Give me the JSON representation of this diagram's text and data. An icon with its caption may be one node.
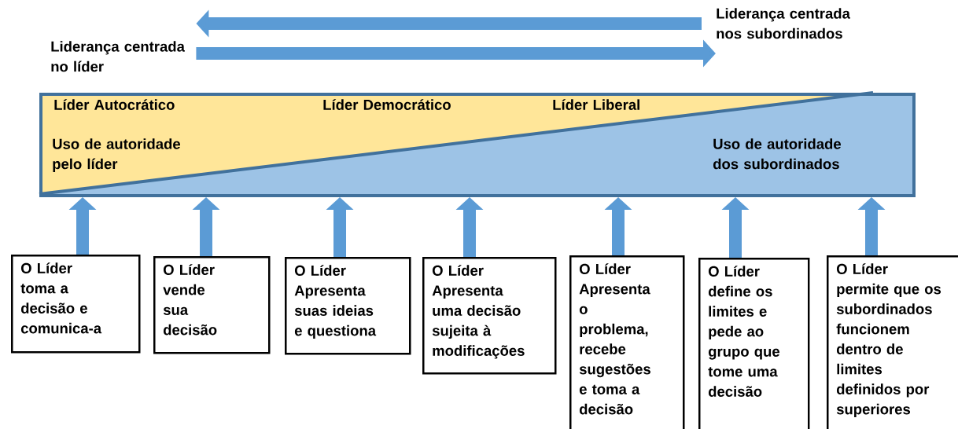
{
  "diagram": {
    "nodes": [
      {
        "text": [
          "Líder Autocrático",
          "Líder Democrático",
          "Líder Liberal",
          "Uso de autoridade pelo líder",
          "Uso de autoridade dos subordinados"
        ]
      },
      {
        "text": [
          "O Líder toma a decisão e comunica-a"
        ]
      },
      {
        "text": [
          "O Líder vende sua decisão"
        ]
      },
      {
        "text": [
          "O Líder Apresenta suas ideias e questiona"
        ]
      },
      {
        "text": [
          "O Líder Apresenta uma decisão sujeita à modificações"
        ]
      },
      {
        "text": [
          "O Líder Apresenta o problema, recebe sugestões e toma a decisão"
        ]
      },
      {
        "text": [
          "O Líder define os limites e pede ao grupo que tome uma decisão"
        ]
      },
      {
        "text": [
          "O Líder permite que os subordinados funcionem dentro de limites definidos por superiores"
        ]
      },
      {
        "text": [
          "Liderança centrada no líder"
        ]
      },
      {
        "text": [
          "Liderança centrada nos subordinados"
        ]
      }
    ],
    "edges": [
      {
        "from": 8,
        "to": 9,
        "arrow": "to"
      },
      {
        "from": 9,
        "to": 8,
        "arrow": "to"
      },
      {
        "from": 1,
        "to": 0,
        "arrow": "to"
      },
      {
        "from": 2,
        "to": 0,
        "arrow": "to"
      },
      {
        "from": 3,
        "to": 0,
        "arrow": "to"
      },
      {
        "from": 4,
        "to": 0,
        "arrow": "to"
      },
      {
        "from": 5,
        "to": 0,
        "arrow": "to"
      },
      {
        "from": 6,
        "to": 0,
        "arrow": "to"
      },
      {
        "from": 7,
        "to": 0,
        "arrow": "to"
      }
    ]
  }
}
